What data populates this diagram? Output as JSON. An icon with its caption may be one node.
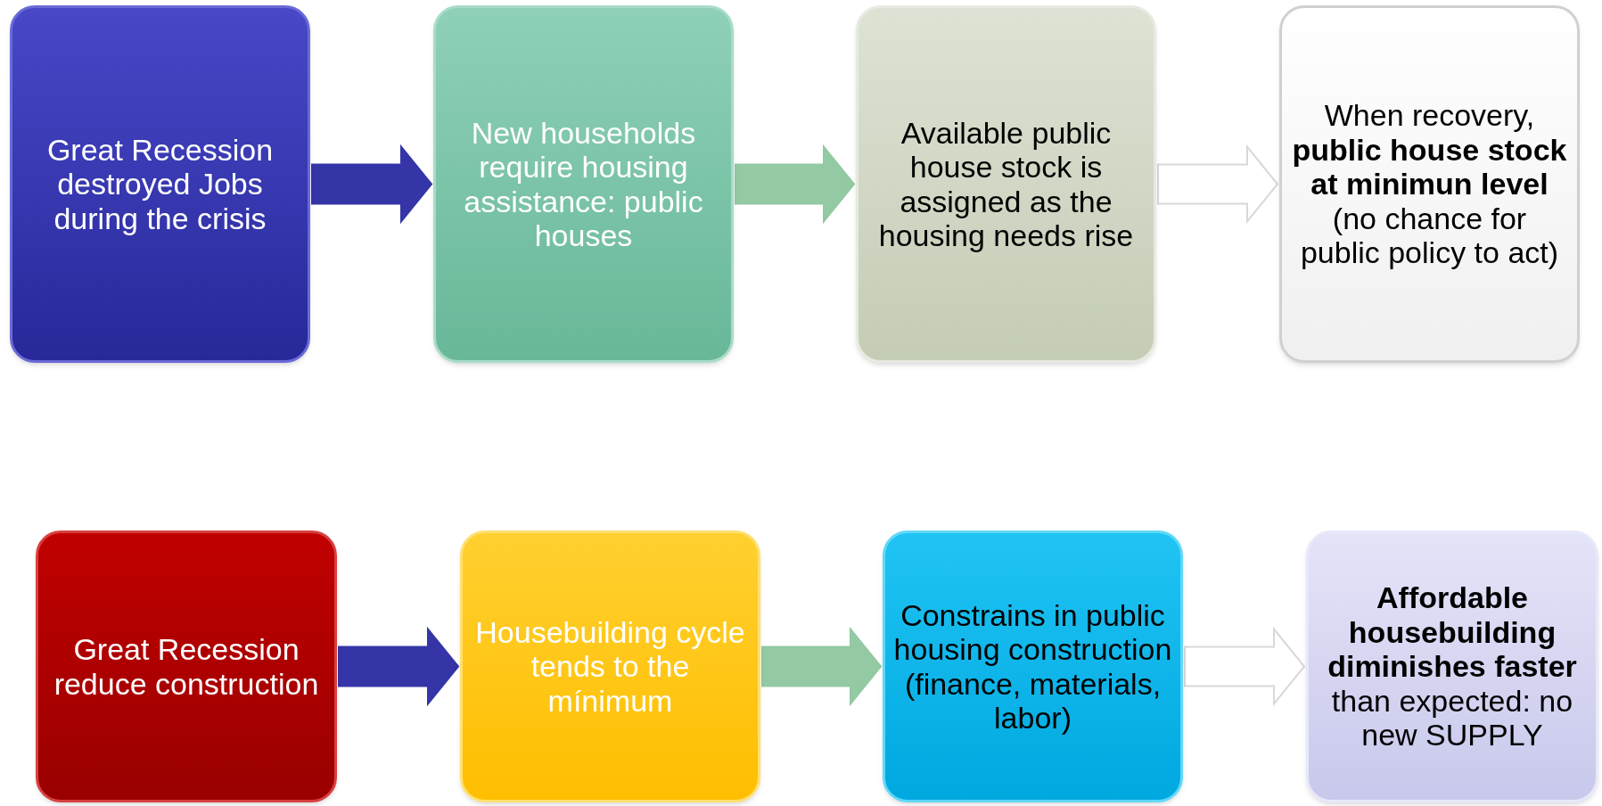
{
  "diagram": {
    "nodes": [
      {
        "text": [
          "Great Recession destroyed Jobs during the crisis"
        ]
      },
      {
        "text": [
          "New households require housing assistance: public houses"
        ]
      },
      {
        "text": [
          "Available public house stock is assigned as the housing needs rise"
        ]
      },
      {
        "text": [
          "When recovery, **public house stock at minimun level** (no chance for public policy to act)"
        ]
      },
      {
        "text": [
          "Great Recession reduce construction"
        ]
      },
      {
        "text": [
          "Housebuilding cycle tends to the mínimum"
        ]
      },
      {
        "text": [
          "Constrains in public housing construction (finance, materials, labor)"
        ]
      },
      {
        "text": [
          "**Affordable housebuilding diminishes faster** than expected: no new SUPPLY"
        ]
      }
    ],
    "edges": [
      {
        "from": 0,
        "to": 1,
        "arrow": "to",
        "style": "thick",
        "color": "#3535a8"
      },
      {
        "from": 1,
        "to": 2,
        "arrow": "to",
        "style": "thick",
        "color": "#93c9a3"
      },
      {
        "from": 2,
        "to": 3,
        "arrow": "to",
        "style": "thick",
        "color": "#ffffff"
      },
      {
        "from": 4,
        "to": 5,
        "arrow": "to",
        "style": "thick",
        "color": "#3535a8"
      },
      {
        "from": 5,
        "to": 6,
        "arrow": "to",
        "style": "thick",
        "color": "#93c9a3"
      },
      {
        "from": 6,
        "to": 7,
        "arrow": "to",
        "style": "thick",
        "color": "#ffffff"
      }
    ]
  }
}
